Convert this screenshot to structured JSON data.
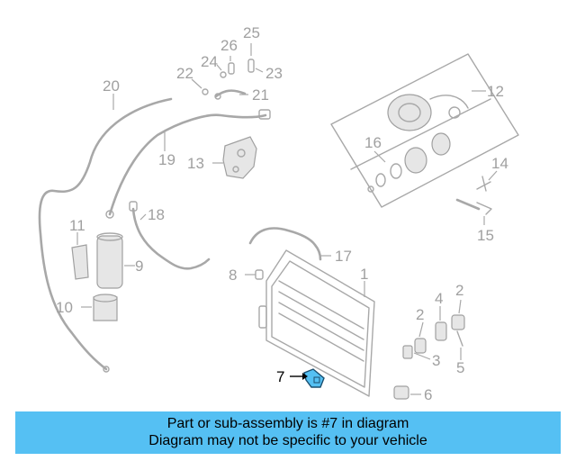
{
  "callouts": {
    "c1": "1",
    "c2a": "2",
    "c2b": "2",
    "c3": "3",
    "c4": "4",
    "c5": "5",
    "c6": "6",
    "c7": "7",
    "c8": "8",
    "c9": "9",
    "c10": "10",
    "c11": "11",
    "c12": "12",
    "c13": "13",
    "c14": "14",
    "c15": "15",
    "c16": "16",
    "c17": "17",
    "c18": "18",
    "c19": "19",
    "c20": "20",
    "c21": "21",
    "c22": "22",
    "c23": "23",
    "c24": "24",
    "c25": "25",
    "c26": "26"
  },
  "highlight_color": "#55c0f3",
  "banner": {
    "line1": "Part or sub-assembly is #7 in diagram",
    "line2": "Diagram may not be specific to your vehicle"
  }
}
